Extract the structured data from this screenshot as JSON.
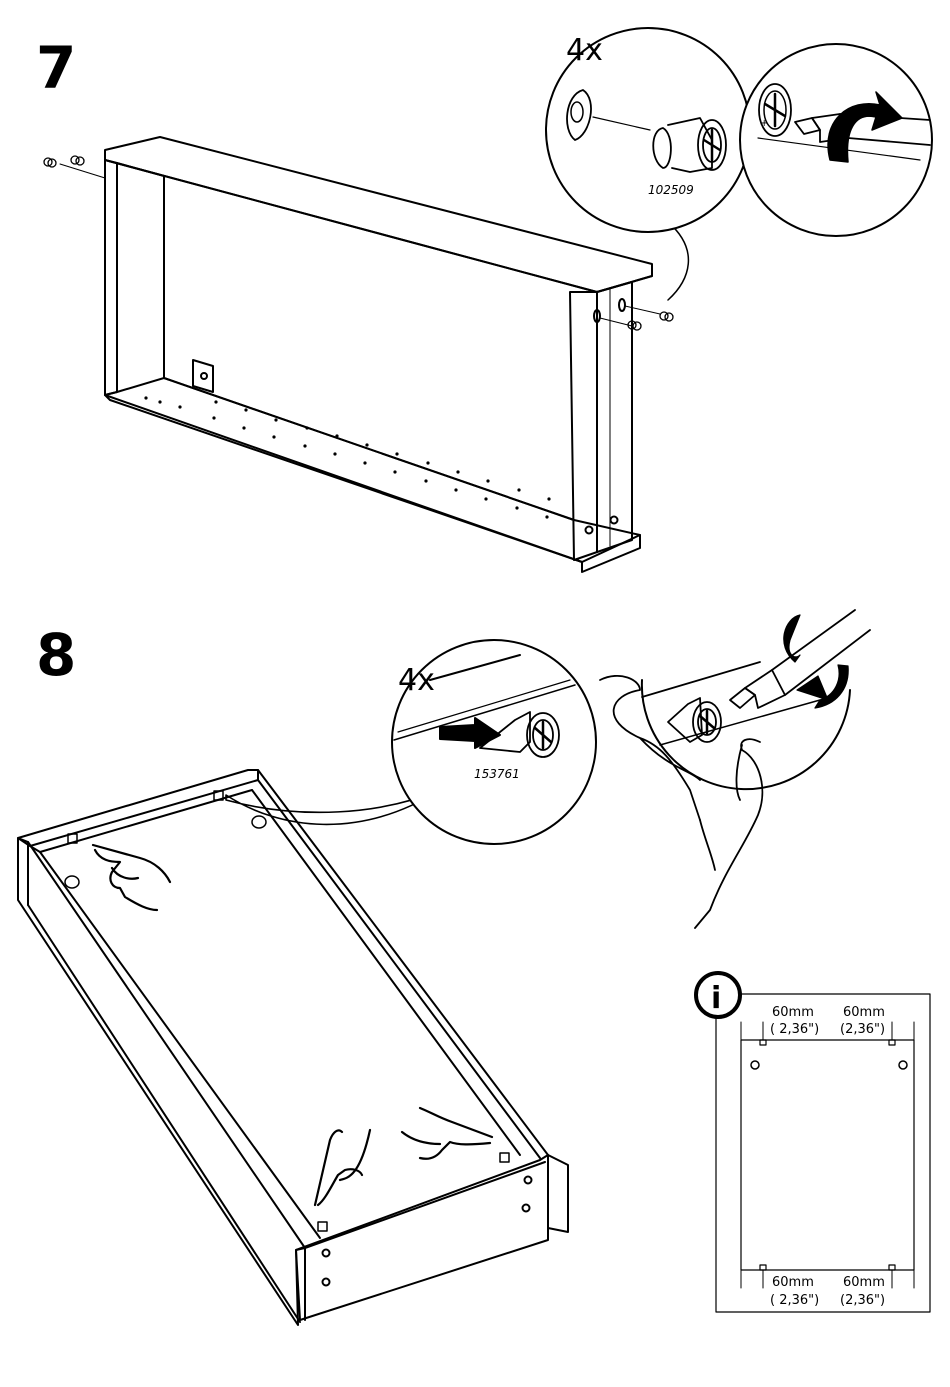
{
  "steps": [
    {
      "number": "7",
      "quantity": "4x",
      "part_number": "102509",
      "screw_mark": "+"
    },
    {
      "number": "8",
      "quantity": "4x",
      "part_number": "153761"
    }
  ],
  "info": {
    "icon": "info-icon",
    "icon_label": "i",
    "top_left_mm": "60mm",
    "top_left_in": "( 2,36\")",
    "top_right_mm": "60mm",
    "top_right_in": "(2,36\")",
    "bottom_left_mm": "60mm",
    "bottom_left_in": "( 2,36\")",
    "bottom_right_mm": "60mm",
    "bottom_right_in": "(2,36\")"
  },
  "colors": {
    "line": "#000000",
    "background": "#ffffff"
  }
}
